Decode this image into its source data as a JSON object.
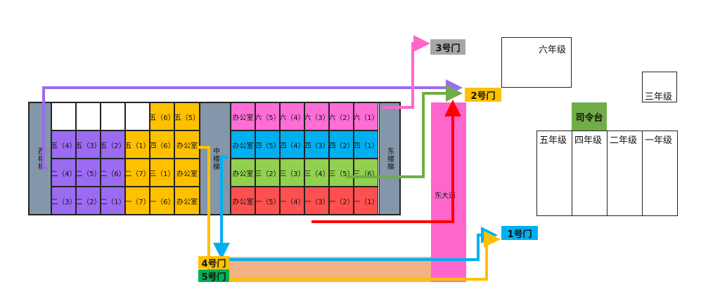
{
  "colors": {
    "building_border": "#222222",
    "stair": "#8496a9",
    "purple": "#9b6bf2",
    "orange": "#ffc000",
    "pink": "#ff6dd6",
    "cyan": "#00b0f0",
    "lightgreen": "#92d050",
    "red": "#ff5050",
    "avenue": "#ff66cc",
    "salmon": "#f4b183",
    "gate3": "#a6a6a6",
    "gate2": "#ffc000",
    "gate1": "#00b0f0",
    "gate4": "#ffc000",
    "gate5": "#00b050",
    "podium": "#70ad47"
  },
  "building": {
    "west_stair": "西楼梯",
    "mid_stair": "中楼梯",
    "east_stair": "东楼梯",
    "west_rows": [
      [
        "",
        "",
        "",
        "",
        "五（6）",
        "五（5）"
      ],
      [
        "五（4）",
        "五（3）",
        "五（2）",
        "五（1）",
        "四（6）",
        "办公室"
      ],
      [
        "二（4）",
        "二（5）",
        "二（6）",
        "二（7）",
        "三（1）",
        "办公室"
      ],
      [
        "二（3）",
        "二（2）",
        "二（1）",
        "一（7）",
        "一（6）",
        "办公室"
      ]
    ],
    "east_rows": [
      [
        "办公室",
        "六（5）",
        "六（4）",
        "六（3）",
        "六（2）",
        "六（1）"
      ],
      [
        "办公室",
        "四（5）",
        "四（4）",
        "四（3）",
        "四（2）",
        "四（1）"
      ],
      [
        "办公室",
        "三（2）",
        "三（3）",
        "三（4）",
        "三（5）",
        "三（6）"
      ],
      [
        "办公室",
        "一（5）",
        "一（4）",
        "一（3）",
        "一（2）",
        "一（1）"
      ]
    ]
  },
  "avenue_label": "东大道",
  "gates": {
    "gate3": "3号门",
    "gate2": "2号门",
    "gate1": "1号门",
    "gate4": "4号门",
    "gate5": "5号门"
  },
  "playground": {
    "grade6": "六年级",
    "grade3": "三年级",
    "podium": "司令台",
    "lined_grades": [
      "五年级",
      "四年级",
      "二年级",
      "一年级"
    ]
  }
}
